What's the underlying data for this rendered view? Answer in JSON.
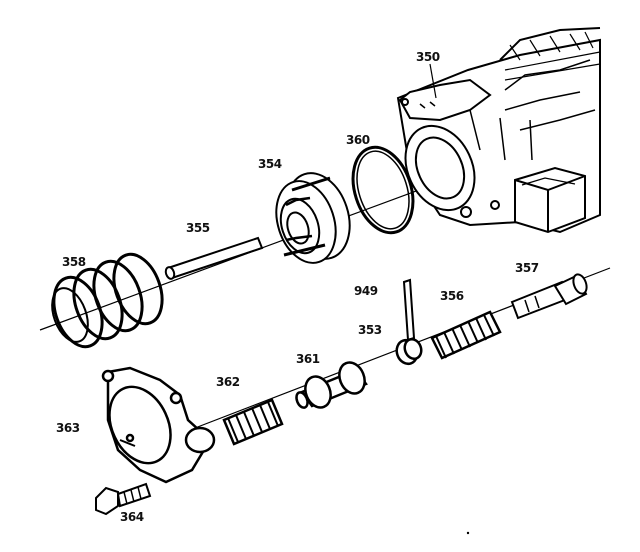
{
  "diagram": {
    "part_labels": {
      "valve_body": "350",
      "seal_ring": "360",
      "piston": "354",
      "pin": "355",
      "outer_spring": "358",
      "check_ball": "949",
      "inner_spring": "356",
      "retainer_bushing": "357",
      "sleeve": "353",
      "valve": "361",
      "spring_small": "362",
      "cover": "363",
      "bolt": "364"
    }
  }
}
